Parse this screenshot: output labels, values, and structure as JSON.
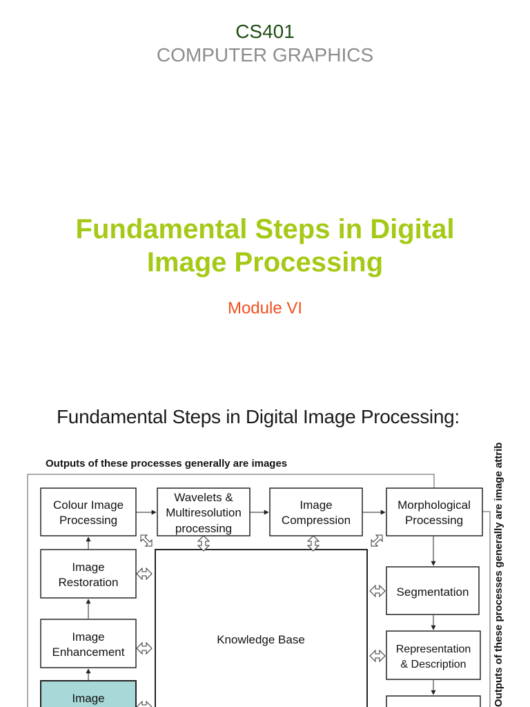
{
  "header": {
    "course_code": "CS401",
    "course_name": "COMPUTER GRAPHICS"
  },
  "title": {
    "line1": "Fundamental Steps in Digital",
    "line2": "Image Processing",
    "module": "Module VI"
  },
  "slide": {
    "heading": "Fundamental Steps in Digital Image Processing:",
    "top_note": "Outputs of these processes generally are images",
    "side_note": "Outputs of these processes generally are image attributes",
    "boxes": {
      "colour": [
        "Colour Image",
        "Processing"
      ],
      "wavelets": [
        "Wavelets &",
        "Multiresolution",
        "processing"
      ],
      "compression": [
        "Image",
        "Compression"
      ],
      "morph": [
        "Morphological",
        "Processing"
      ],
      "restoration": [
        "Image",
        "Restoration"
      ],
      "segmentation": [
        "Segmentation"
      ],
      "enhancement": [
        "Image",
        "Enhancement"
      ],
      "knowledge": [
        "Knowledge Base"
      ],
      "representation": [
        "Representation",
        "& Description"
      ],
      "acquisition": [
        "Image"
      ]
    }
  },
  "colors": {
    "course_code": "#1e4d12",
    "course_name": "#8c8c8c",
    "title": "#a4c916",
    "module": "#f0511f",
    "acquisition_fill": "#a8d8d8"
  }
}
